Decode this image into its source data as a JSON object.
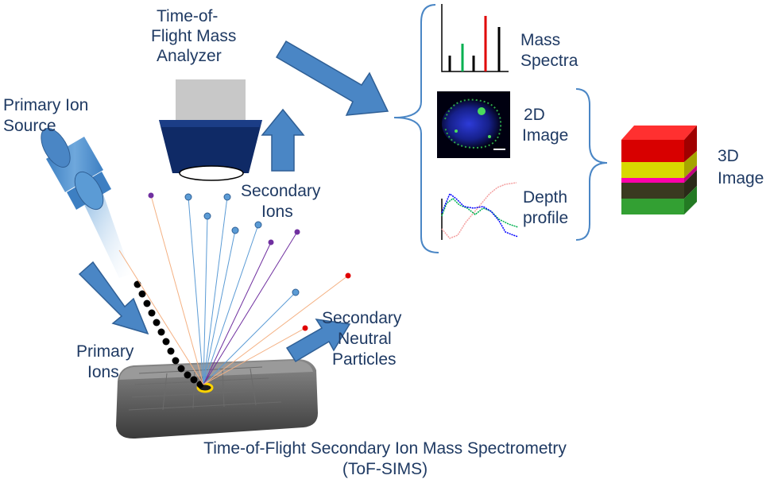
{
  "labels": {
    "tof_line1": "Time-of-",
    "tof_line2": "Flight Mass",
    "tof_line3": "Analyzer",
    "primary_source_line1": "Primary Ion",
    "primary_source_line2": "Source",
    "secondary_ions_line1": "Secondary",
    "secondary_ions_line2": "Ions",
    "primary_ions_line1": "Primary",
    "primary_ions_line2": "Ions",
    "neutral_line1": "Secondary",
    "neutral_line2": "Neutral",
    "neutral_line3": "Particles",
    "mass_line1": "Mass",
    "mass_line2": "Spectra",
    "image2d_line1": "2D",
    "image2d_line2": "Image",
    "depth_line1": "Depth",
    "depth_line2": "profile",
    "image3d_line1": "3D",
    "image3d_line2": "Image"
  },
  "caption": {
    "line1": "Time-of-Flight Secondary Ion Mass Spectrometry",
    "line2": "(ToF-SIMS)"
  },
  "colors": {
    "text": "#1f3a63",
    "arrow_fill": "#4a86c5",
    "arrow_stroke": "#2f5f95",
    "analyzer_body": "#0f2a66",
    "analyzer_top": "#c8c8c8",
    "positive_ion": "#5b9bd5",
    "negative_ion": "#7030a0",
    "neutral": "#e00000",
    "spectrum_green": "#00b050",
    "spectrum_red": "#e00000",
    "cube_red": "#d80000",
    "cube_yellow": "#d8d800",
    "cube_magenta": "#ff00aa",
    "cube_green": "#33a033"
  }
}
